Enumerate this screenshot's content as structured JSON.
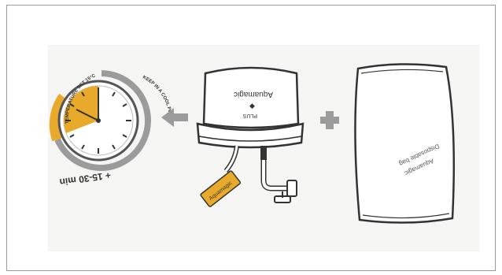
{
  "illustration": {
    "timer": {
      "duration_label": "+ 15-30 min",
      "ring_text_top": "TEMPERATURE SET 15°C",
      "ring_text_right": "KEEP IN A COOL PLACE",
      "elapsed_fraction": 0.25
    },
    "container": {
      "brand_label": "Aquamagic",
      "model_label": "PLUS",
      "tube_tag_label": "Aquamagic"
    },
    "bag": {
      "label_line1": "Aquamagic",
      "label_line2": "Disposable bag"
    },
    "operators": {
      "arrow": "⇐",
      "plus": "+"
    },
    "colors": {
      "accent": "#e9a92a",
      "accent_light": "#f3c55a",
      "ink": "#333333",
      "grey": "#9b9b9b"
    }
  }
}
